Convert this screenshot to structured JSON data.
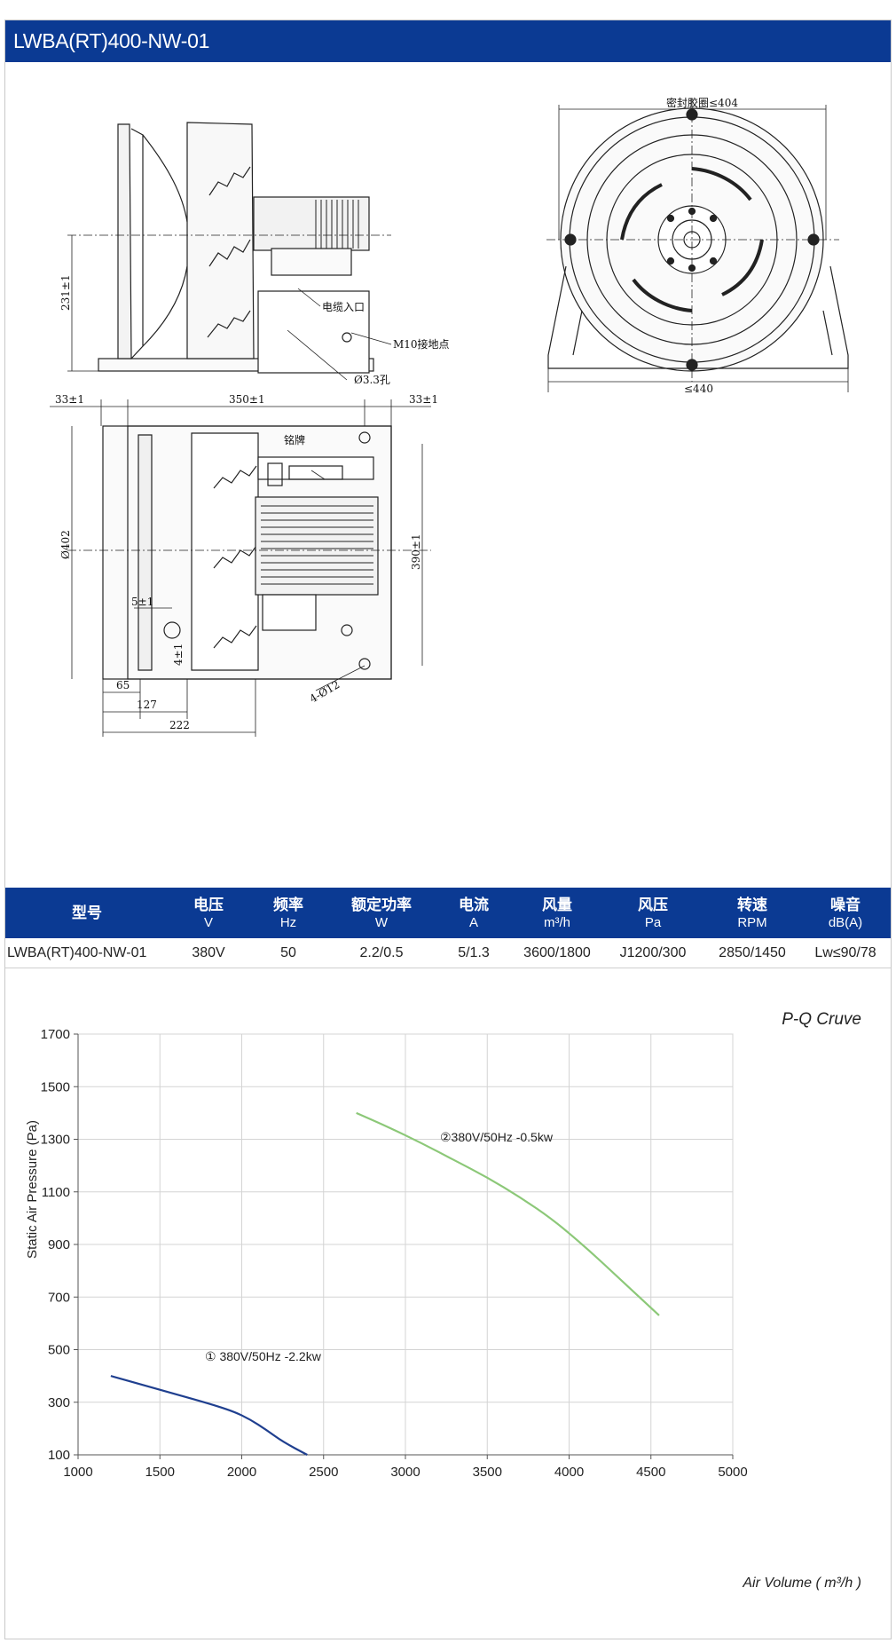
{
  "title": "LWBA(RT)400-NW-01",
  "drawing": {
    "labels": {
      "seal_ring": "密封胶圈≤404",
      "cable_entry": "电缆入口",
      "ground_point": "M10接地点",
      "hole": "Ø3.3孔",
      "nameplate": "铭牌"
    },
    "dimensions": {
      "d231": "231±1",
      "d440": "≤440",
      "d33_left": "33±1",
      "d350": "350±1",
      "d33_right": "33±1",
      "d402": "Ø402",
      "d390": "390±1",
      "d5": "5±1",
      "d4": "4±1",
      "d12": "4-Ø12",
      "d65": "65",
      "d127": "127",
      "d222": "222"
    }
  },
  "table": {
    "headers": [
      {
        "zh": "型号",
        "en": ""
      },
      {
        "zh": "电压",
        "en": "V"
      },
      {
        "zh": "频率",
        "en": "Hz"
      },
      {
        "zh": "额定功率",
        "en": "W"
      },
      {
        "zh": "电流",
        "en": "A"
      },
      {
        "zh": "风量",
        "en": "m³/h"
      },
      {
        "zh": "风压",
        "en": "Pa"
      },
      {
        "zh": "转速",
        "en": "RPM"
      },
      {
        "zh": "噪音",
        "en": "dB(A)"
      }
    ],
    "row": [
      "LWBA(RT)400-NW-01",
      "380V",
      "50",
      "2.2/0.5",
      "5/1.3",
      "3600/1800",
      "J1200/300",
      "2850/1450",
      "Lw≤90/78"
    ]
  },
  "chart_data": {
    "type": "line",
    "title": "P-Q Cruve",
    "xlabel": "Air Volume ( m³/h )",
    "ylabel": "Static Air Pressure  (Pa)",
    "xlim": [
      1000,
      5000
    ],
    "ylim": [
      100,
      1700
    ],
    "x_ticks": [
      "1000",
      "1500",
      "2000",
      "2500",
      "3000",
      "3500",
      "4000",
      "4500",
      "5000"
    ],
    "y_ticks": [
      "100",
      "300",
      "500",
      "700",
      "900",
      "1100",
      "1300",
      "1500",
      "1700"
    ],
    "grid": true,
    "series": [
      {
        "name": "① 380V/50Hz -2.2kw",
        "color": "#1f3f8f",
        "x": [
          1200,
          1400,
          1600,
          1800,
          1950,
          2050,
          2150,
          2250,
          2400
        ],
        "y": [
          400,
          365,
          330,
          295,
          265,
          235,
          195,
          150,
          100
        ]
      },
      {
        "name": "②380V/50Hz -0.5kw",
        "color": "#8cc878",
        "x": [
          2700,
          2900,
          3100,
          3300,
          3500,
          3700,
          3900,
          4100,
          4300,
          4550
        ],
        "y": [
          1400,
          1345,
          1285,
          1220,
          1155,
          1080,
          995,
          890,
          775,
          630
        ]
      }
    ]
  }
}
